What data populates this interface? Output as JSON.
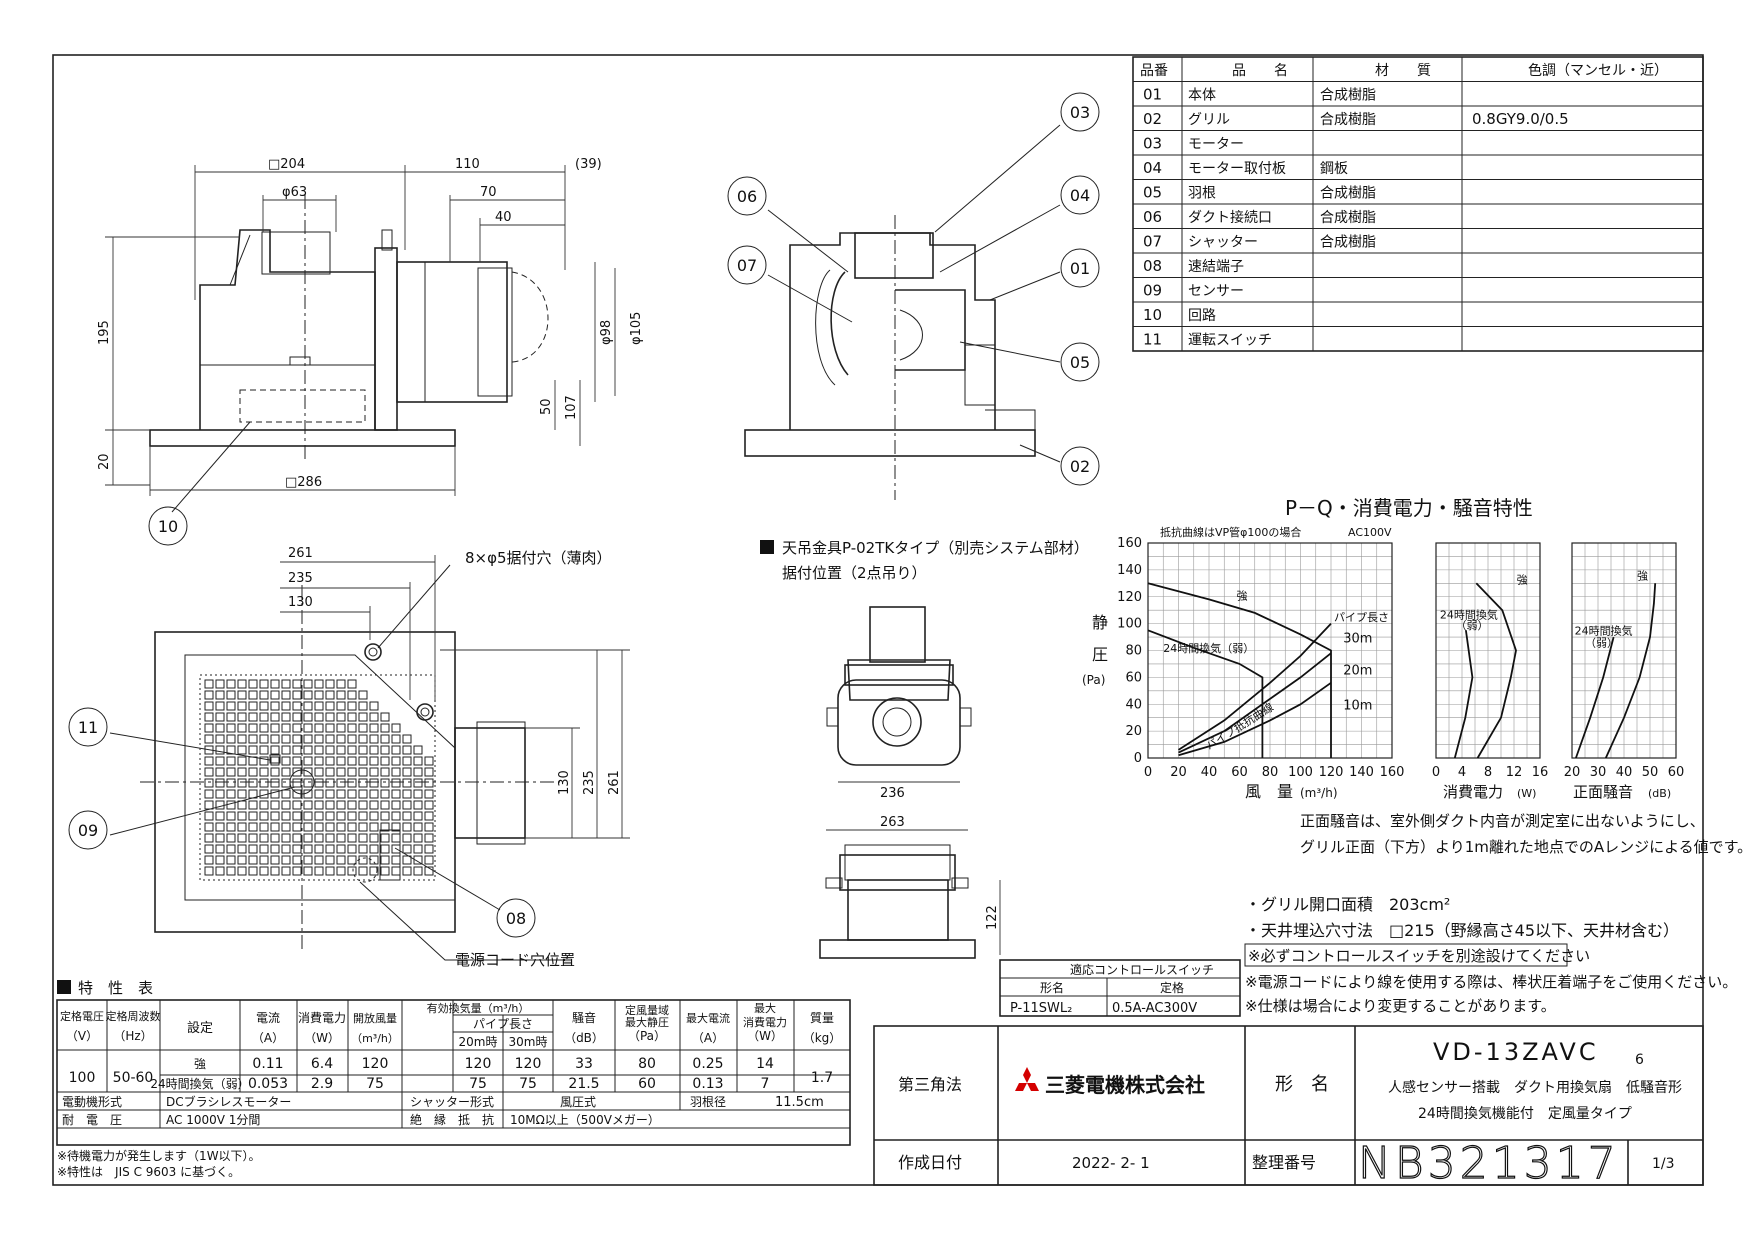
{
  "parts_table": {
    "headers": [
      "品番",
      "品　　名",
      "材　　質",
      "色調（マンセル・近）"
    ],
    "rows": [
      [
        "01",
        "本体",
        "合成樹脂",
        ""
      ],
      [
        "02",
        "グリル",
        "合成樹脂",
        "0.8GY9.0/0.5"
      ],
      [
        "03",
        "モーター",
        "",
        ""
      ],
      [
        "04",
        "モーター取付板",
        "鋼板",
        ""
      ],
      [
        "05",
        "羽根",
        "合成樹脂",
        ""
      ],
      [
        "06",
        "ダクト接続口",
        "合成樹脂",
        ""
      ],
      [
        "07",
        "シャッター",
        "合成樹脂",
        ""
      ],
      [
        "08",
        "速結端子",
        "",
        ""
      ],
      [
        "09",
        "センサー",
        "",
        ""
      ],
      [
        "10",
        "回路",
        "",
        ""
      ],
      [
        "11",
        "運転スイッチ",
        "",
        ""
      ]
    ]
  },
  "callouts": [
    "01",
    "02",
    "03",
    "04",
    "05",
    "06",
    "07",
    "08",
    "09",
    "10",
    "11"
  ],
  "dims": {
    "side_top": [
      "□204",
      "φ63",
      "110",
      "70",
      "40",
      "(39)"
    ],
    "side_right": [
      "φ98",
      "φ105",
      "50",
      "107"
    ],
    "side_left": [
      "195",
      "20"
    ],
    "side_bottom": "□286",
    "plan_top": [
      "261",
      "235",
      "130"
    ],
    "plan_right": [
      "130",
      "235",
      "261"
    ],
    "holes": "8×φ5据付穴（薄肉）",
    "cord": "電源コード穴位置",
    "hanger_w1": "236",
    "hanger_w2": "263",
    "hanger_h": "122"
  },
  "hanger": {
    "title": "天吊金具P-02TKタイプ（別売システム部材）",
    "subtitle": "据付位置（2点吊り）"
  },
  "chart_data": {
    "type": "line",
    "title": "P－Q・消費電力・騒音特性",
    "note_top": "抵抗曲線はVP管φ100の場合",
    "ac": "AC100V",
    "pq": {
      "xlabel": "風　量",
      "xunit": "(m³/h)",
      "ylabel_chars": [
        "静",
        "圧"
      ],
      "yunit": "(Pa)",
      "xlim": [
        0,
        160
      ],
      "ylim": [
        0,
        160
      ],
      "xticks": [
        "0",
        "20",
        "40",
        "60",
        "80",
        "100",
        "120",
        "140",
        "160"
      ],
      "yticks": [
        "0",
        "20",
        "40",
        "60",
        "80",
        "100",
        "120",
        "140",
        "160"
      ],
      "series": [
        {
          "name": "強",
          "x": [
            0,
            40,
            70,
            100,
            120,
            120
          ],
          "y": [
            130,
            118,
            108,
            92,
            80,
            0
          ]
        },
        {
          "name": "24時間換気（弱）",
          "x": [
            0,
            30,
            60,
            75,
            75
          ],
          "y": [
            95,
            82,
            70,
            60,
            0
          ]
        }
      ],
      "resistance": [
        {
          "name": "10m",
          "x": [
            20,
            50,
            80,
            100,
            120
          ],
          "y": [
            2,
            12,
            28,
            40,
            56
          ]
        },
        {
          "name": "20m",
          "x": [
            20,
            50,
            80,
            100,
            120
          ],
          "y": [
            4,
            20,
            44,
            60,
            78
          ]
        },
        {
          "name": "30m",
          "x": [
            20,
            50,
            80,
            100,
            120
          ],
          "y": [
            6,
            28,
            56,
            76,
            100
          ]
        }
      ],
      "resistance_label": "パイプ抵抗曲線",
      "pipe_label": "パイプ長さ",
      "labels": [
        "30m",
        "20m",
        "10m"
      ]
    },
    "power": {
      "xlabel": "消費電力",
      "xunit": "(W)",
      "xticks": [
        "0",
        "4",
        "8",
        "12",
        "16"
      ],
      "xlim": [
        0,
        16
      ],
      "series": [
        {
          "name": "強",
          "x": [
            6.4,
            10,
            11.5,
            12.3,
            10.2,
            6.2
          ],
          "y": [
            0,
            30,
            60,
            80,
            110,
            130
          ]
        },
        {
          "name": "24時間換気（弱）",
          "x": [
            2.9,
            4.5,
            5.6,
            4.6
          ],
          "y": [
            0,
            30,
            60,
            95
          ]
        }
      ],
      "series_labels": [
        "強",
        "24時間換気",
        "（弱）"
      ]
    },
    "noise": {
      "xlabel": "正面騒音",
      "xunit": "(dB)",
      "xticks": [
        "20",
        "30",
        "40",
        "50",
        "60"
      ],
      "xlim": [
        20,
        60
      ],
      "series": [
        {
          "name": "強",
          "x": [
            33,
            40,
            46,
            50,
            51.5,
            52
          ],
          "y": [
            0,
            30,
            60,
            90,
            115,
            130
          ]
        },
        {
          "name": "24時間換気（弱）",
          "x": [
            21.5,
            27,
            32,
            36
          ],
          "y": [
            0,
            30,
            60,
            90
          ]
        }
      ],
      "series_labels": [
        "強",
        "24時間換気",
        "（弱）"
      ]
    },
    "notes": [
      "正面騒音は、室外側ダクト内音が測定室に出ないようにし、",
      "グリル正面（下方）より1m離れた地点でのAレンジによる値です。"
    ]
  },
  "specs": [
    "・グリル開口面積　203cm²",
    "・天井埋込穴寸法　□215（野縁高さ45以下、天井材含む）"
  ],
  "control_switch": {
    "title": "適応コントロールスイッチ",
    "headers": [
      "形名",
      "定格"
    ],
    "row": [
      "P-11SWL₂",
      "0.5A-AC300V"
    ]
  },
  "notes_right": [
    "※必ずコントロールスイッチを別途設けてください",
    "※電源コードにより線を使用する際は、棒状圧着端子をご使用ください。",
    "※仕様は場合により変更することがあります。"
  ],
  "char_table": {
    "title": "特　性　表",
    "headers": {
      "voltage": [
        "定格電圧",
        "（V）"
      ],
      "freq": [
        "定格周波数",
        "（Hz）"
      ],
      "setting": "設定",
      "current": [
        "電流",
        "（A）"
      ],
      "power": [
        "消費電力",
        "（W）"
      ],
      "open_flow": [
        "開放風量",
        "（m³/h）"
      ],
      "eff_flow": "有効換気量（m³/h）",
      "pipe_len": "パイプ長さ",
      "p20": "20m時",
      "p30": "30m時",
      "noise": [
        "騒音",
        "（dB）"
      ],
      "static": [
        "定風量域",
        "最大静圧",
        "（Pa）"
      ],
      "max_current": [
        "最大電流",
        "（A）"
      ],
      "max_power": [
        "最大",
        "消費電力",
        "（W）"
      ],
      "mass": [
        "質量",
        "（kg）"
      ]
    },
    "voltage": "100",
    "freq": "50-60",
    "rows": [
      [
        "強",
        "0.11",
        "6.4",
        "120",
        "120",
        "120",
        "33",
        "80",
        "0.25",
        "14"
      ],
      [
        "24時間換気（弱）",
        "0.053",
        "2.9",
        "75",
        "75",
        "75",
        "21.5",
        "60",
        "0.13",
        "7"
      ]
    ],
    "mass": "1.7",
    "motor_label": "電動機形式",
    "motor_value": "DCブラシレスモーター",
    "shutter_label": "シャッター形式",
    "shutter_value": "風圧式",
    "blade_label": "羽根径",
    "blade_value": "11.5cm",
    "withstand_label": "耐　電　圧",
    "withstand_value": "AC 1000V 1分間",
    "insulation_label": "絶　縁　抵　抗",
    "insulation_value": "10MΩ以上（500Vメガー）",
    "foot": [
      "※待機電力が発生します（1W以下）。",
      "※特性は　JIS C 9603 に基づく。"
    ]
  },
  "title_block": {
    "projection": "第三角法",
    "company": "三菱電機株式会社",
    "model_label": "形　名",
    "model": "VD-13ZAVC",
    "model_sub": "6",
    "desc1": "人感センサー搭載　ダクト用換気扇　低騒音形",
    "desc2": "24時間換気機能付　定風量タイプ",
    "date_label": "作成日付",
    "date": "2022- 2- 1",
    "number_label": "整理番号",
    "number": "NB321317",
    "page": "1/3",
    "brand_color": "#d40000"
  }
}
